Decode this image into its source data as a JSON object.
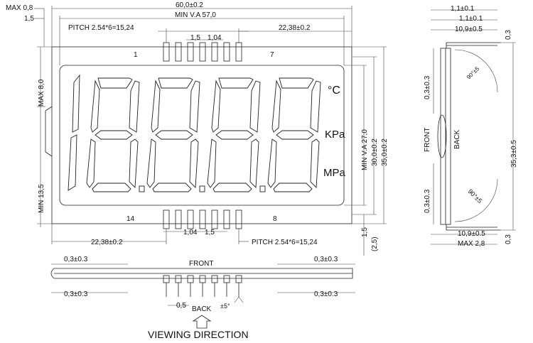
{
  "front_view": {
    "top_dims": {
      "max_08": "MAX 0,8",
      "d_15": "1,5",
      "width": "60,0±0.2",
      "min_va": "MIN V.A 57,0",
      "pitch": "PITCH 2.54*6=15,24",
      "pin_15": "1,5",
      "pin_104": "1,04",
      "right_offset": "22,38±0.2"
    },
    "pin_labels": {
      "p1": "1",
      "p7": "7",
      "p14": "14",
      "p8": "8"
    },
    "symbols": {
      "celsius": "°C",
      "kpa": "KPa",
      "mpa": "MPa"
    },
    "left_dims": {
      "max_80": "MAX 8,0",
      "min_135": "MIN 13,5"
    },
    "right_dims": {
      "min_va": "MIN V.A 27,0",
      "h30": "30,0±0.2",
      "h35": "35,0±0.2",
      "d15": "1,5",
      "d25": "(2,5)"
    },
    "bottom_dims": {
      "left_offset": "22,38±0.2",
      "pin_104": "1,04",
      "pin_15": "1,5",
      "pitch": "PITCH 2.54*6=15,24"
    }
  },
  "side_view": {
    "t1": "1,1±0.1",
    "t2": "1,1±0.1",
    "t3": "10,9±0.5",
    "t4": "0,3",
    "angle_top": "90°±5",
    "left_top": "0,3±0.3",
    "front": "FRONT",
    "back": "BACK",
    "height": "35,3±0.5",
    "left_bot": "0,3±0.3",
    "angle_bot": "90°±5",
    "b1": "10,9±0.5",
    "b2": "MAX 2,8",
    "b3": "0,3"
  },
  "bottom_view": {
    "tl": "0,3±0.3",
    "tr": "0,3±0.3",
    "front": "FRONT",
    "bl": "0,3±0.3",
    "br": "0,3±0.3",
    "pin_05": "0,5",
    "back": "BACK",
    "angle": "±5°",
    "viewing": "VIEWING DIRECTION"
  }
}
